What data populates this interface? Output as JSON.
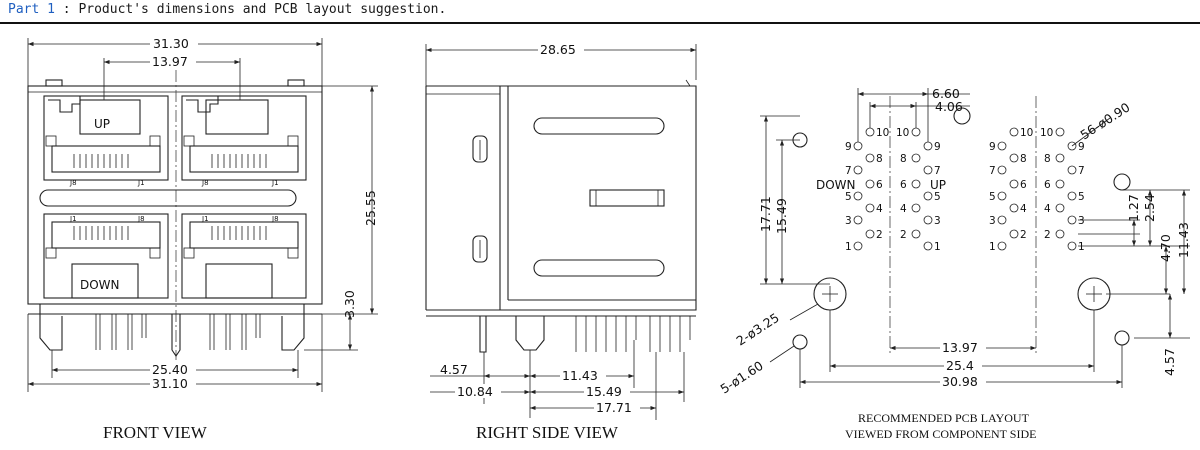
{
  "header": {
    "part": "Part 1",
    "title": " : Product's dimensions and PCB layout suggestion."
  },
  "front": {
    "dim_31_30": "31.30",
    "dim_13_97": "13.97",
    "dim_25_55": "25.55",
    "dim_3_30": "3.30",
    "dim_25_40": "25.40",
    "dim_31_10": "31.10",
    "label_up": "UP",
    "label_down": "DOWN",
    "j8": "J8",
    "j1": "J1",
    "caption": "FRONT VIEW"
  },
  "side": {
    "dim_28_65": "28.65",
    "dim_4_57": "4.57",
    "dim_11_43": "11.43",
    "dim_10_84": "10.84",
    "dim_15_49": "15.49",
    "dim_17_71": "17.71",
    "caption": "RIGHT SIDE VIEW"
  },
  "pcb": {
    "dim_6_60": "6.60",
    "dim_4_06": "4.06",
    "holes_56": "56-ø0.90",
    "dim_17_71": "17.71",
    "dim_15_49": "15.49",
    "dim_1_27": "1.27",
    "dim_2_54": "2.54",
    "dim_4_70": "4.70",
    "dim_11_43": "11.43",
    "holes_2": "2-ø3.25",
    "holes_5": "5-ø1.60",
    "dim_13_97": "13.97",
    "dim_25_4": "25.4",
    "dim_30_98": "30.98",
    "dim_4_57": "4.57",
    "label_down": "DOWN",
    "label_up": "UP",
    "pins": [
      "1",
      "2",
      "3",
      "4",
      "5",
      "6",
      "7",
      "8",
      "9",
      "10"
    ],
    "caption_line1": "RECOMMENDED PCB LAYOUT",
    "caption_line2": "VIEWED FROM COMPONENT SIDE"
  }
}
